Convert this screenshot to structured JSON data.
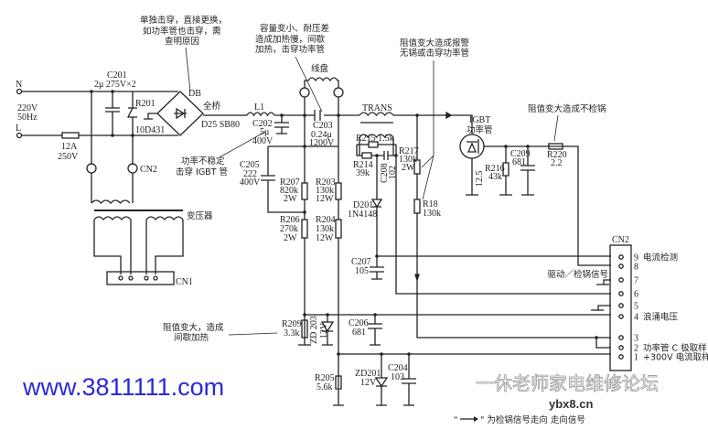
{
  "title": "电磁炉主电路原理图",
  "input": {
    "n": "N",
    "l": "L",
    "voltage": "220V",
    "freq": "50Hz",
    "fuse_a": "12A",
    "fuse_v": "250V"
  },
  "components": {
    "c201": "C201",
    "c201_val": "2μ 275V×2",
    "r201": "R201",
    "r201_val": "10D431",
    "db": "DB",
    "db_type": "全桥",
    "db_val": "D25 SB80",
    "l1": "L1",
    "c202": "C202",
    "c202_val1": "5μ",
    "c202_val2": "400V",
    "c203": "C203",
    "c203_val1": "0.24μ",
    "c203_val2": "1200V",
    "coil": "线盘",
    "trans": "TRANS",
    "igbt": "IGBT",
    "igbt_cn": "功率管",
    "igbt_v": "12.5",
    "cn2_left": "CN2",
    "transformer": "变压器",
    "cn1": "CN1",
    "c205": "C205",
    "c205_val1": "222",
    "c205_val2": "400V",
    "r207": "R207",
    "r207_val1": "820k",
    "r207_val2": "2W",
    "r203": "R203",
    "r203_val1": "130k",
    "r203_val2": "12W",
    "r206": "R206",
    "r206_val1": "270k",
    "r206_val2": "2W",
    "r204": "R204",
    "r204_val1": "130k",
    "r204_val2": "12W",
    "r215": "R215 1.5k",
    "r214": "R214",
    "r214_val": "39k",
    "c208": "C208",
    "c208_val": "102",
    "r217": "R217",
    "r217_val1": "130k",
    "r217_val2": "2W",
    "r18": "R18",
    "r18_val": "130k",
    "d201": "D201",
    "d201_val": "1N4148",
    "c207": "C207",
    "c207_val": "105",
    "c209": "C209",
    "c209_val": "681",
    "r216": "R216",
    "r216_val": "43k",
    "r220": "R220",
    "r220_val": "2.2",
    "r209": "R209",
    "r209_val": "3.3k",
    "zd203": "ZD 203",
    "zd203_val": "12V",
    "c206": "C206",
    "c206_val": "681",
    "r205": "R205",
    "r205_val": "5.6k",
    "zd201": "ZD201",
    "zd201_val": "12V",
    "c204": "C204",
    "c204_val": "103"
  },
  "annotations": {
    "db_note": [
      "单独击穿，直接更换，",
      "如功率管也击穿，需",
      "查明原因"
    ],
    "c203_note": [
      "容量变小、耐压差",
      "造成加热慢，间歇",
      "加热，击穿功率管"
    ],
    "r217_note": [
      "阻值变大造成报警",
      "无锅或击穿功率管"
    ],
    "r220_note": "阻值变大造成不检锅",
    "c202_note": [
      "功率不稳定",
      "击穿 IGBT 管"
    ],
    "r209_note": [
      "阻值变大，造成",
      "间歇加热"
    ]
  },
  "cn2": {
    "label": "CN2",
    "pins": [
      {
        "num": "9",
        "desc": "电流检测"
      },
      {
        "num": "8",
        "desc": "驱动／检锅信号"
      },
      {
        "num": "7",
        "desc": ""
      },
      {
        "num": "6",
        "desc": ""
      },
      {
        "num": "5",
        "desc": ""
      },
      {
        "num": "4",
        "desc": "浪涌电压"
      },
      {
        "num": "3",
        "desc": ""
      },
      {
        "num": "2",
        "desc": "功率管 C 极取样"
      },
      {
        "num": "1",
        "desc": "+300V 电流取样"
      }
    ]
  },
  "legend": {
    "text": "\" 为检锅信号走向 走向信号",
    "quote": "“"
  },
  "watermarks": {
    "site": "www.3811111.com",
    "forum": "一休老师家电维修论坛",
    "forum_site": "ybx8.cn"
  }
}
